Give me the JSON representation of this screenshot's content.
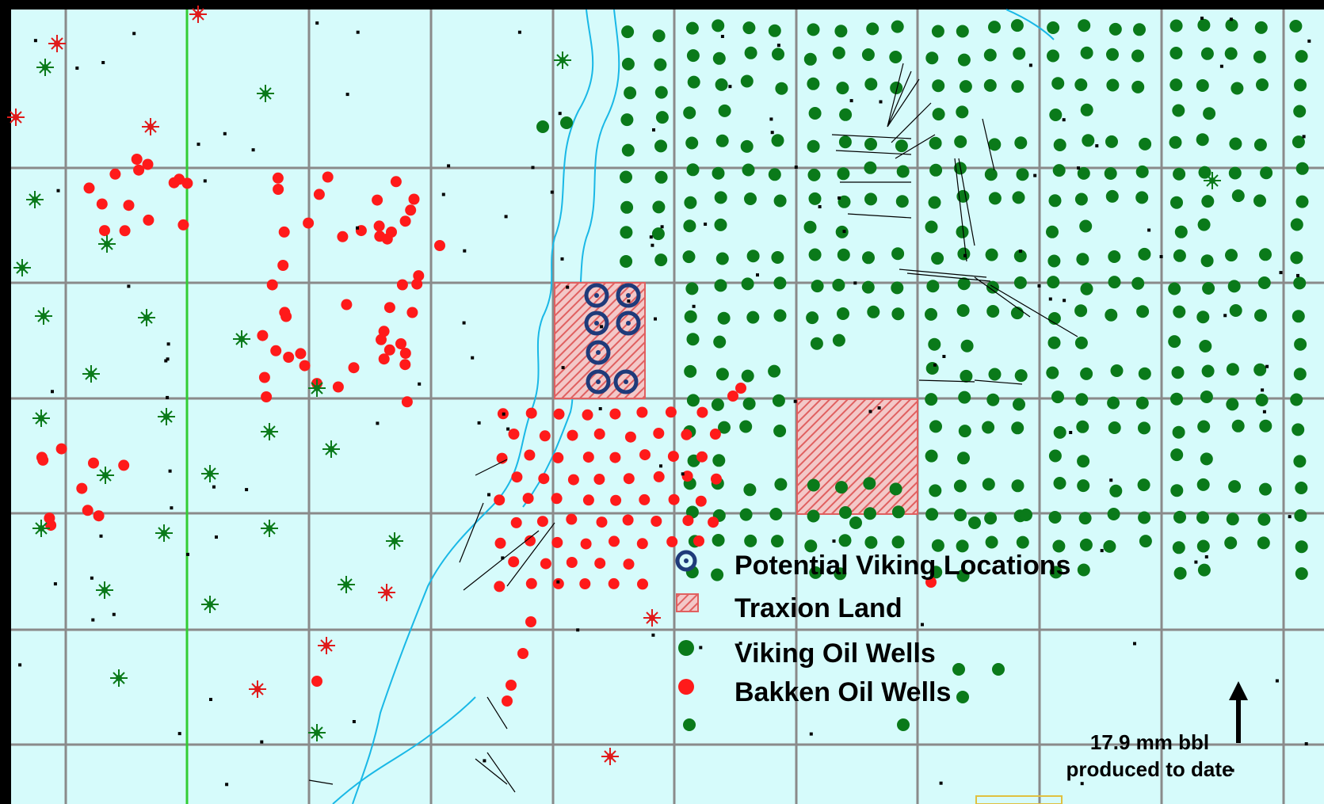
{
  "colors": {
    "background": "#000000",
    "map_fill": "#d6fbfb",
    "grid_line": "#8a8a8a",
    "river": "#19b8e6",
    "viking_well": "#0a7a1a",
    "bakken_well": "#ff1a1a",
    "traxion_land": "#e06060",
    "potential_location": "#1f3b7a",
    "section_line": "#33cc33"
  },
  "legend": {
    "items": [
      {
        "label": "Potential Viking Locations",
        "symbol": "target-icon"
      },
      {
        "label": "Traxion Land",
        "symbol": "hatched-square-icon"
      },
      {
        "label": "Viking Oil Wells",
        "symbol": "green-dot-icon"
      },
      {
        "label": "Bakken Oil Wells",
        "symbol": "red-dot-icon"
      }
    ]
  },
  "annotation": {
    "line1": "17.9 mm bbl",
    "line2": "produced to date",
    "arrow_icon": "up-arrow-icon"
  }
}
